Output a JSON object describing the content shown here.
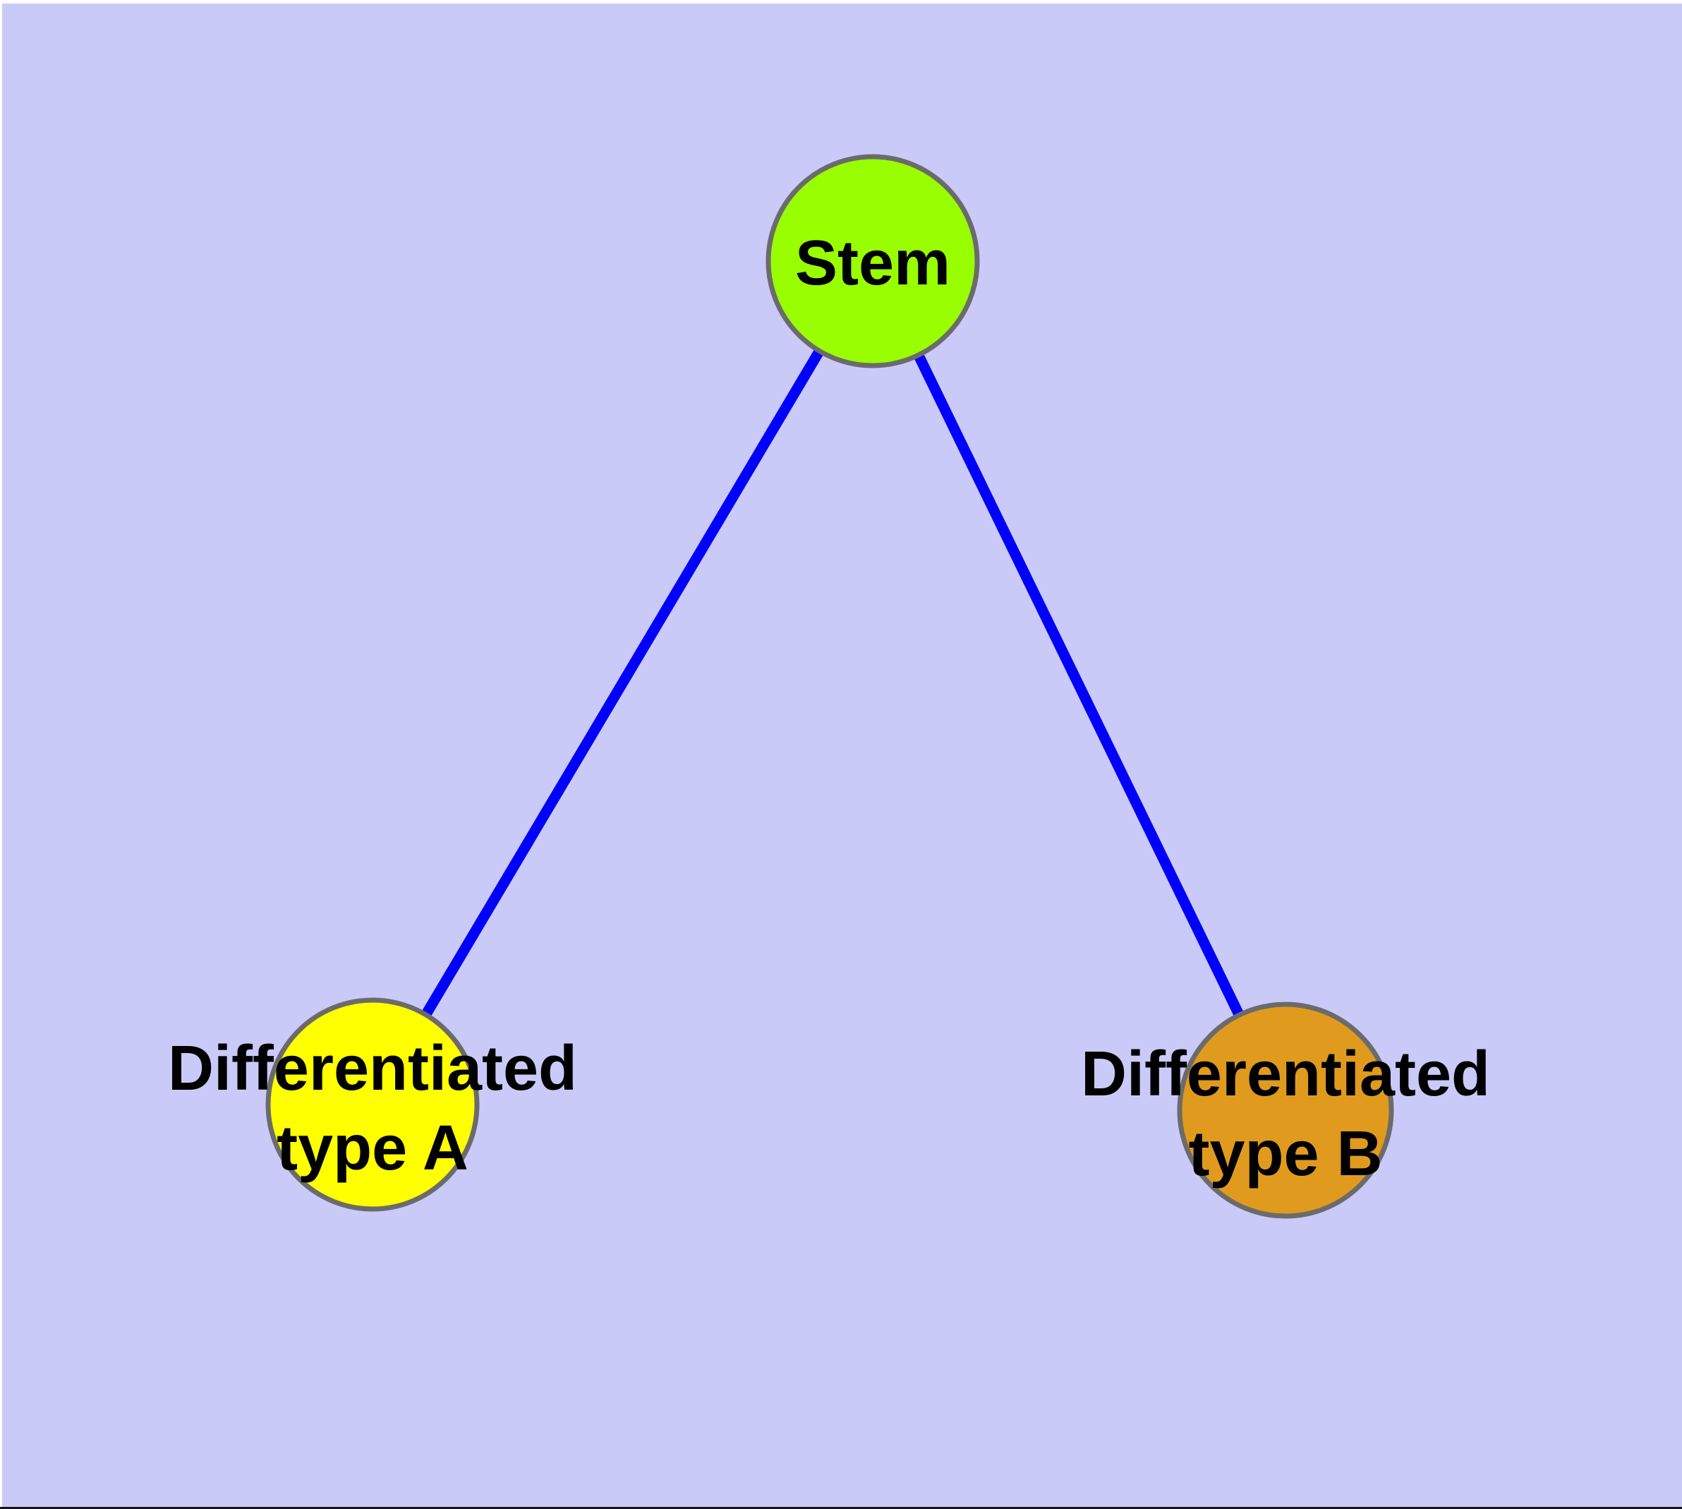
{
  "diagram": {
    "type": "graph",
    "background_color": "#CACAF9",
    "margin_color": "#FFFFFF",
    "bottom_edge_color": "#141414",
    "text_color": "#000000",
    "edge_style": {
      "color": "#0000FB",
      "width": "15"
    },
    "node_border": {
      "color": "#6B6B6B",
      "width": "7"
    },
    "nodes": [
      {
        "id": "stem",
        "label": "Stem",
        "lines": [
          "Stem"
        ],
        "fill": "#99FF00"
      },
      {
        "id": "differentiated-type-a",
        "label": "Differentiated type A",
        "lines": [
          "Differentiated",
          "type A"
        ],
        "fill": "#FFFF00"
      },
      {
        "id": "differentiated-type-b",
        "label": "Differentiated type B",
        "lines": [
          "Differentiated",
          "type B"
        ],
        "fill": "#E09B1E"
      }
    ],
    "edges": [
      {
        "from": "Stem",
        "to": "Differentiated type A"
      },
      {
        "from": "Stem",
        "to": "Differentiated type B"
      }
    ]
  }
}
